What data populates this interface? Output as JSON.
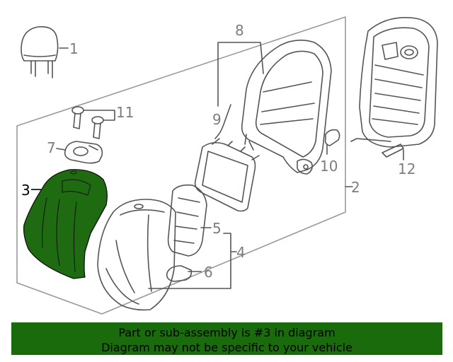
{
  "callouts": {
    "c1": "1",
    "c2": "2",
    "c3": "3",
    "c4": "4",
    "c5": "5",
    "c6": "6",
    "c7": "7",
    "c8": "8",
    "c9": "9",
    "c10": "10",
    "c11": "11",
    "c12": "12"
  },
  "highlighted_part": "3",
  "colors": {
    "highlight": "#1e6b12",
    "banner": "#1a6b0c",
    "line": "#555555",
    "callout_text": "#7d7d7d"
  },
  "banner": {
    "line1": "Part or sub-assembly is #3 in diagram",
    "line2": "Diagram may not be specific to your vehicle"
  }
}
